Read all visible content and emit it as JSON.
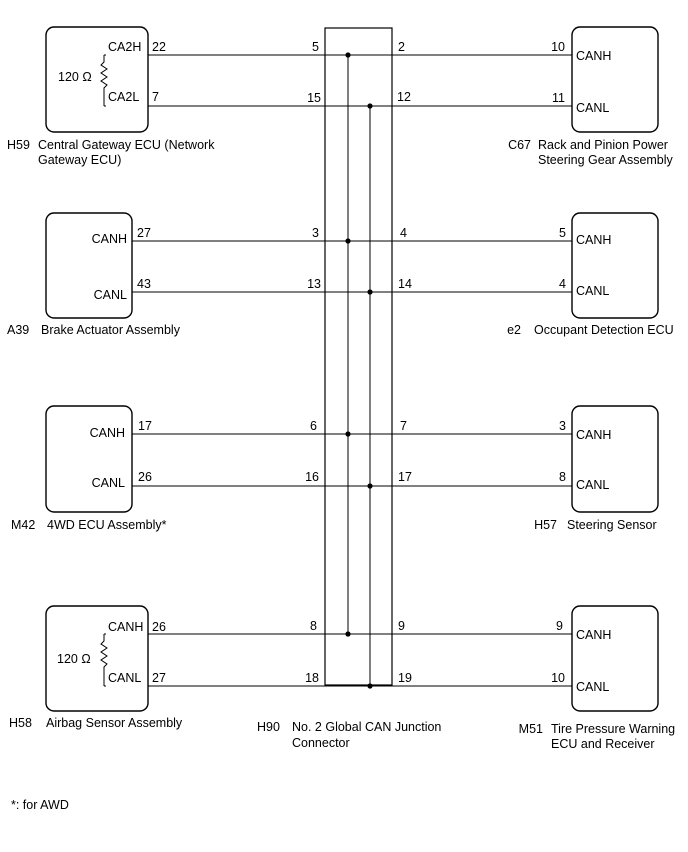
{
  "left_components": [
    {
      "id": "lc0",
      "code": "H59",
      "name": [
        "Central Gateway ECU (Network",
        "Gateway ECU)"
      ],
      "signal_high": "CA2H",
      "signal_low": "CA2L",
      "pin_high": "22",
      "pin_low": "7",
      "resistor": "120 Ω"
    },
    {
      "id": "lc1",
      "code": "A39",
      "name": [
        "Brake Actuator Assembly"
      ],
      "signal_high": "CANH",
      "signal_low": "CANL",
      "pin_high": "27",
      "pin_low": "43",
      "resistor": ""
    },
    {
      "id": "lc2",
      "code": "M42",
      "name": [
        "4WD ECU Assembly*"
      ],
      "signal_high": "CANH",
      "signal_low": "CANL",
      "pin_high": "17",
      "pin_low": "26",
      "resistor": ""
    },
    {
      "id": "lc3",
      "code": "H58",
      "name": [
        "Airbag Sensor Assembly"
      ],
      "signal_high": "CANH",
      "signal_low": "CANL",
      "pin_high": "26",
      "pin_low": "27",
      "resistor": "120 Ω"
    }
  ],
  "right_components": [
    {
      "id": "rc0",
      "code": "C67",
      "name": [
        "Rack and Pinion Power",
        "Steering Gear Assembly"
      ],
      "signal_high": "CANH",
      "signal_low": "CANL",
      "pin_high": "10",
      "pin_low": "11"
    },
    {
      "id": "rc1",
      "code": "e2",
      "name": [
        "Occupant Detection ECU"
      ],
      "signal_high": "CANH",
      "signal_low": "CANL",
      "pin_high": "5",
      "pin_low": "4"
    },
    {
      "id": "rc2",
      "code": "H57",
      "name": [
        "Steering Sensor"
      ],
      "signal_high": "CANH",
      "signal_low": "CANL",
      "pin_high": "3",
      "pin_low": "8"
    },
    {
      "id": "rc3",
      "code": "M51",
      "name": [
        "Tire Pressure Warning",
        "ECU and Receiver"
      ],
      "signal_high": "CANH",
      "signal_low": "CANL",
      "pin_high": "9",
      "pin_low": "10"
    }
  ],
  "junction": {
    "code": "H90",
    "name": [
      "No. 2 Global CAN Junction",
      "Connector"
    ],
    "left_pins_high": [
      "5",
      "3",
      "6",
      "8"
    ],
    "left_pins_low": [
      "15",
      "13",
      "16",
      "18"
    ],
    "right_pins_high": [
      "2",
      "4",
      "7",
      "9"
    ],
    "right_pins_low": [
      "12",
      "14",
      "17",
      "19"
    ]
  },
  "footnote": "*: for AWD"
}
